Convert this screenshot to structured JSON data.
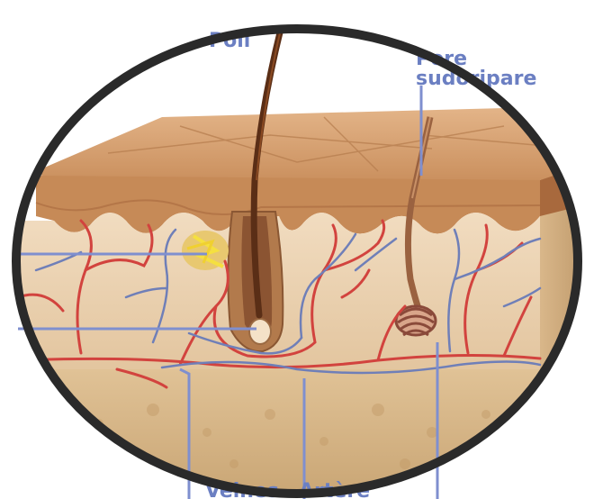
{
  "labels": {
    "hair": "Poil",
    "pore_line1": "Pore",
    "pore_line2": "sudoripare",
    "vein": "Veines",
    "artery": "Artère"
  },
  "colors": {
    "epidermis": "#c98e5c",
    "epidermis_dark": "#a8693d",
    "dermis": "#ecd3b2",
    "hypodermis": "#d8b888",
    "artery": "#d2433e",
    "vein": "#6f7fb8",
    "hair": "#5a2e16",
    "label": "#6b7fc2",
    "frame": "#2a2a2a"
  }
}
